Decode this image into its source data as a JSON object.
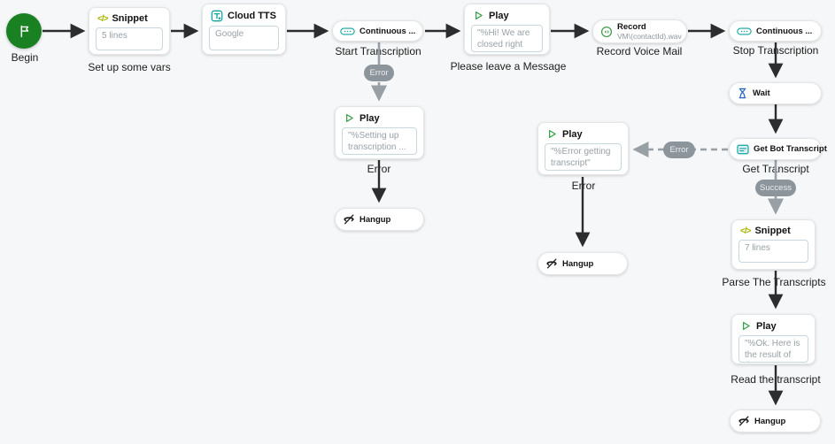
{
  "nodes": {
    "begin": {
      "label": "Begin"
    },
    "snippet_vars": {
      "title": "Snippet",
      "body": "5 lines",
      "caption": "Set up some vars"
    },
    "cloud_tts": {
      "title": "Cloud TTS",
      "body": "Google"
    },
    "start_transcription": {
      "title": "Continuous ...",
      "caption": "Start Transcription"
    },
    "play_closed": {
      "title": "Play",
      "body": "\"%Hi! We are closed right now, ...",
      "caption": "Please leave a Message"
    },
    "record_vm": {
      "title": "Record",
      "subtitle": "VM\\(contactId).wav",
      "caption": "Record Voice Mail"
    },
    "stop_transcription": {
      "title": "Continuous ...",
      "caption": "Stop Transcription"
    },
    "wait": {
      "title": "Wait"
    },
    "get_bot_transcript": {
      "title": "Get Bot Transcript",
      "caption": "Get Transcript"
    },
    "snippet_parse": {
      "title": "Snippet",
      "body": "7 lines",
      "caption": "Parse The Transcripts"
    },
    "play_result": {
      "title": "Play",
      "body": "\"%Ok. Here is the result of the ...",
      "caption": "Read the transcript"
    },
    "hangup_main": {
      "title": "Hangup"
    },
    "play_setup_error": {
      "title": "Play",
      "body": "\"%Setting up transcription ...",
      "caption": "Error"
    },
    "hangup_setup_error": {
      "title": "Hangup"
    },
    "play_transcript_error": {
      "title": "Play",
      "body": "\"%Error getting transcript\"",
      "caption": "Error"
    },
    "hangup_transcript_error": {
      "title": "Hangup"
    }
  },
  "badges": {
    "start_transcription_error": "Error",
    "get_transcript_error": "Error",
    "get_transcript_success": "Success"
  },
  "icons": {
    "snippet_glyph": "</>"
  },
  "colors": {
    "canvas_bg": "#f6f7f8",
    "accent_teal": "#12a3a3",
    "play_green": "#2f9e44",
    "record_green": "#3d9c49",
    "begin_green": "#1a8123",
    "wait_blue": "#2467c0",
    "snippet_olive": "#a9b400",
    "badge_gray": "#8d959c",
    "arrow_black": "#2b2d2e",
    "line_gray": "#98a0a6"
  }
}
